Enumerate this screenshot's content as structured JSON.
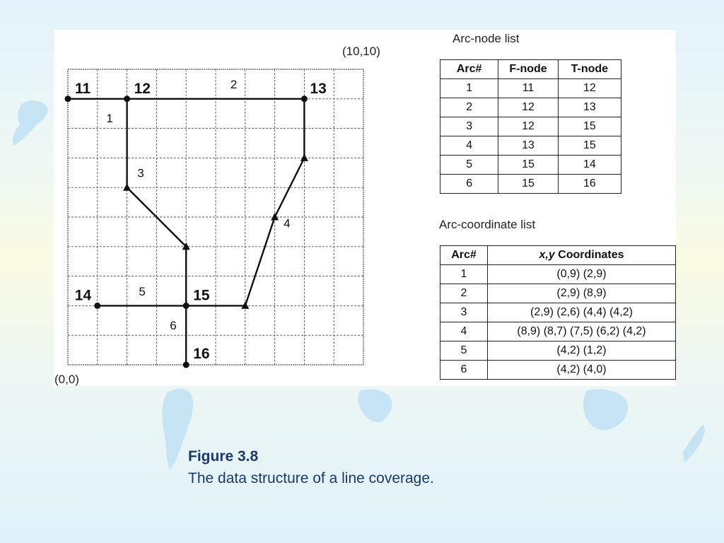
{
  "slide": {
    "background_colors": [
      "#e3f2fb",
      "#fafbe4",
      "#e0f1fa"
    ],
    "caption": {
      "title": "Figure 3.8",
      "text": "The data structure of a line coverage."
    }
  },
  "diagram": {
    "corner_top_right": "(10,10)",
    "corner_bottom_left": "(0,0)",
    "grid_cells": 10,
    "nodes": [
      {
        "id": "11",
        "x": 0,
        "y": 9
      },
      {
        "id": "12",
        "x": 2,
        "y": 9
      },
      {
        "id": "13",
        "x": 8,
        "y": 9
      },
      {
        "id": "14",
        "x": 1,
        "y": 2
      },
      {
        "id": "15",
        "x": 4,
        "y": 2
      },
      {
        "id": "16",
        "x": 4,
        "y": 0
      }
    ],
    "arcs": [
      {
        "id": "1",
        "label_at": [
          1.3,
          8.2
        ],
        "points": [
          [
            0,
            9
          ],
          [
            2,
            9
          ]
        ],
        "vertices": []
      },
      {
        "id": "2",
        "label_at": [
          5.5,
          9.35
        ],
        "points": [
          [
            2,
            9
          ],
          [
            8,
            9
          ]
        ],
        "vertices": []
      },
      {
        "id": "3",
        "label_at": [
          2.35,
          6.35
        ],
        "points": [
          [
            2,
            9
          ],
          [
            2,
            6
          ],
          [
            4,
            4
          ],
          [
            4,
            2
          ]
        ],
        "vertices": [
          [
            2,
            6
          ],
          [
            4,
            4
          ]
        ]
      },
      {
        "id": "4",
        "label_at": [
          7.3,
          4.65
        ],
        "points": [
          [
            8,
            9
          ],
          [
            8,
            7
          ],
          [
            7,
            5
          ],
          [
            6,
            2
          ],
          [
            4,
            2
          ]
        ],
        "vertices": [
          [
            8,
            7
          ],
          [
            7,
            5
          ],
          [
            6,
            2
          ]
        ]
      },
      {
        "id": "5",
        "label_at": [
          2.4,
          2.35
        ],
        "points": [
          [
            4,
            2
          ],
          [
            1,
            2
          ]
        ],
        "vertices": []
      },
      {
        "id": "6",
        "label_at": [
          3.45,
          1.2
        ],
        "points": [
          [
            4,
            2
          ],
          [
            4,
            0
          ]
        ],
        "vertices": []
      }
    ]
  },
  "arc_node_list": {
    "title": "Arc-node list",
    "headers": [
      "Arc#",
      "F-node",
      "T-node"
    ],
    "rows": [
      [
        "1",
        "11",
        "12"
      ],
      [
        "2",
        "12",
        "13"
      ],
      [
        "3",
        "12",
        "15"
      ],
      [
        "4",
        "13",
        "15"
      ],
      [
        "5",
        "15",
        "14"
      ],
      [
        "6",
        "15",
        "16"
      ]
    ]
  },
  "arc_coordinate_list": {
    "title": "Arc-coordinate list",
    "header_arc": "Arc#",
    "header_xy": "x,y",
    "header_coords": " Coordinates",
    "rows": [
      [
        "1",
        "(0,9) (2,9)"
      ],
      [
        "2",
        "(2,9) (8,9)"
      ],
      [
        "3",
        "(2,9) (2,6) (4,4) (4,2)"
      ],
      [
        "4",
        "(8,9) (8,7) (7,5) (6,2) (4,2)"
      ],
      [
        "5",
        "(4,2) (1,2)"
      ],
      [
        "6",
        "(4,2) (4,0)"
      ]
    ]
  }
}
